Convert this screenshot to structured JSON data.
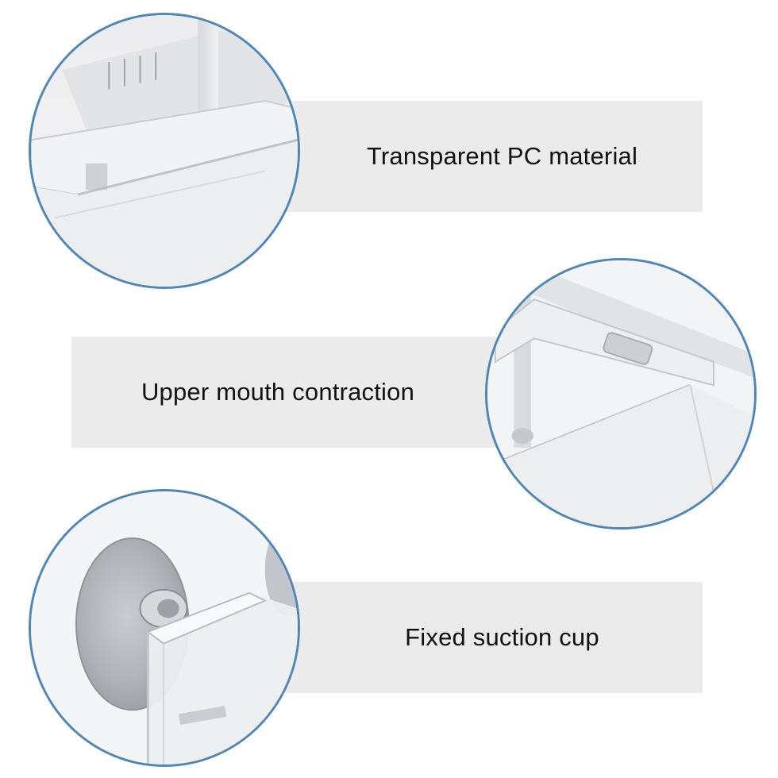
{
  "features": [
    {
      "label": "Transparent PC material",
      "image_icon": "transparent-box-edge-icon"
    },
    {
      "label": "Upper mouth contraction",
      "image_icon": "box-corner-rim-icon"
    },
    {
      "label": "Fixed suction cup",
      "image_icon": "suction-cup-icon"
    }
  ],
  "colors": {
    "band": "#ebebeb",
    "circle_border": "#4f86b8",
    "text": "#111111"
  }
}
